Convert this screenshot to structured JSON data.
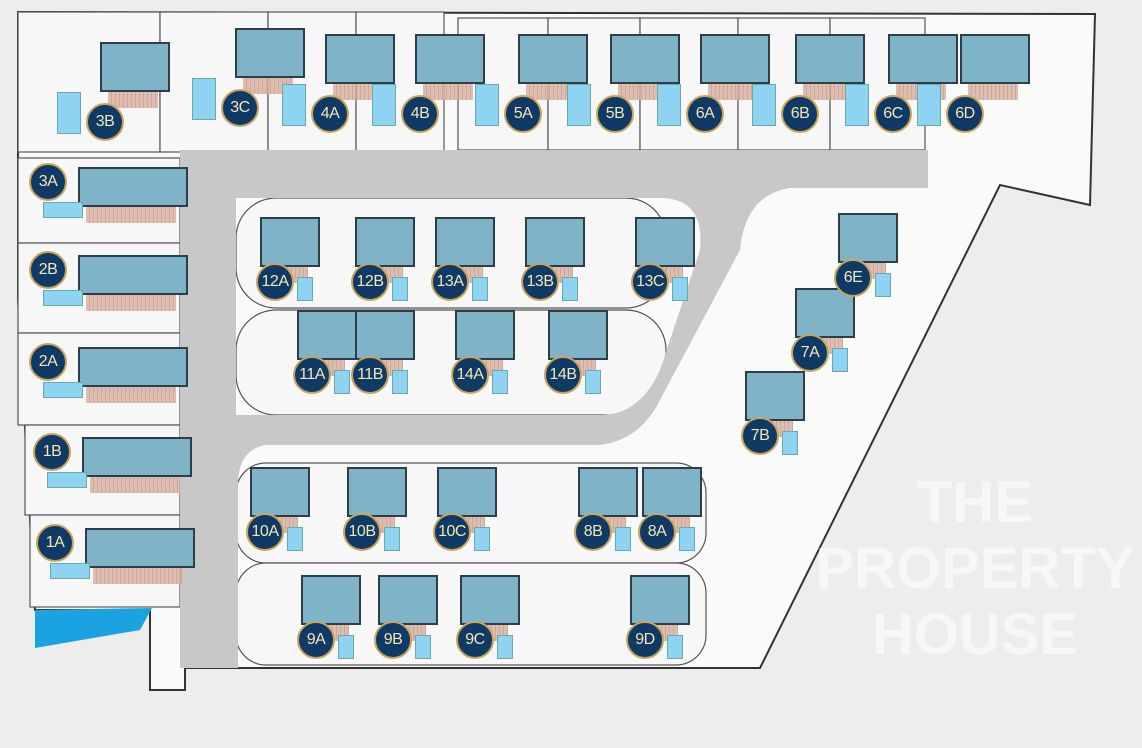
{
  "plots": [
    {
      "label": "3B"
    },
    {
      "label": "3C"
    },
    {
      "label": "4A"
    },
    {
      "label": "4B"
    },
    {
      "label": "5A"
    },
    {
      "label": "5B"
    },
    {
      "label": "6A"
    },
    {
      "label": "6B"
    },
    {
      "label": "6C"
    },
    {
      "label": "6D"
    },
    {
      "label": "3A"
    },
    {
      "label": "2B"
    },
    {
      "label": "2A"
    },
    {
      "label": "1B"
    },
    {
      "label": "1A"
    },
    {
      "label": "12A"
    },
    {
      "label": "12B"
    },
    {
      "label": "13A"
    },
    {
      "label": "13B"
    },
    {
      "label": "13C"
    },
    {
      "label": "6E"
    },
    {
      "label": "11A"
    },
    {
      "label": "11B"
    },
    {
      "label": "14A"
    },
    {
      "label": "14B"
    },
    {
      "label": "7A"
    },
    {
      "label": "7B"
    },
    {
      "label": "10A"
    },
    {
      "label": "10B"
    },
    {
      "label": "10C"
    },
    {
      "label": "8B"
    },
    {
      "label": "8A"
    },
    {
      "label": "9A"
    },
    {
      "label": "9B"
    },
    {
      "label": "9C"
    },
    {
      "label": "9D"
    }
  ],
  "watermark": {
    "line1": "THE",
    "line2": "PROPERTY",
    "line3": "HOUSE"
  },
  "colors": {
    "badge": "#0f3a66",
    "badge_border": "#c9a55a",
    "badge_text": "#f3e6b3",
    "road": "#c8c8c8",
    "house": "#7fb3c8",
    "pool": "#8fd3f2"
  }
}
